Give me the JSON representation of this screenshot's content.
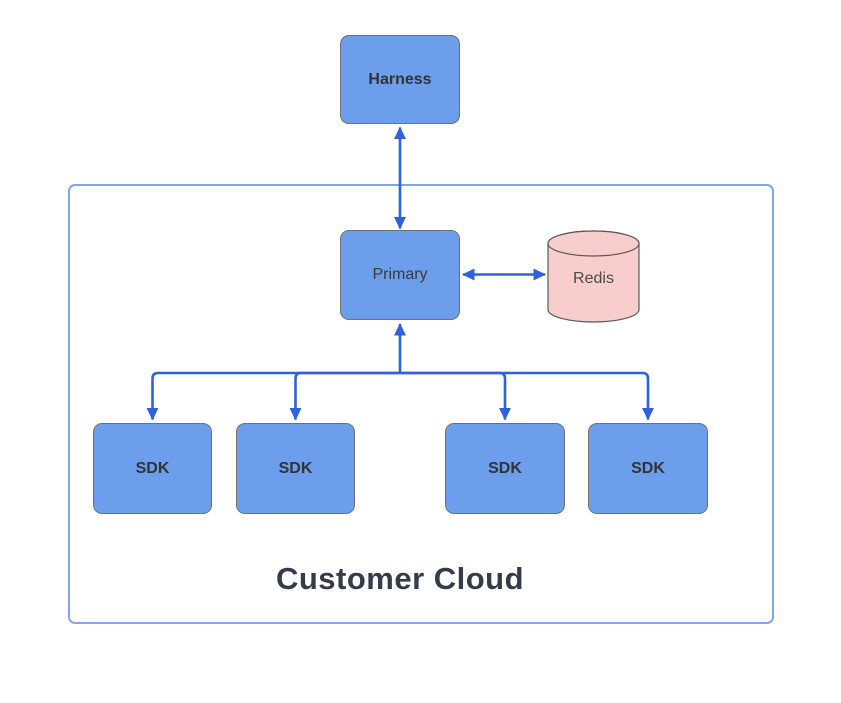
{
  "diagram": {
    "type": "architecture-flowchart",
    "container_label": "Customer Cloud",
    "nodes": {
      "harness": {
        "label": "Harness",
        "shape": "rounded-rectangle"
      },
      "primary": {
        "label": "Primary",
        "shape": "rounded-rectangle"
      },
      "redis": {
        "label": "Redis",
        "shape": "cylinder"
      },
      "sdk1": {
        "label": "SDK",
        "shape": "rounded-rectangle"
      },
      "sdk2": {
        "label": "SDK",
        "shape": "rounded-rectangle"
      },
      "sdk3": {
        "label": "SDK",
        "shape": "rounded-rectangle"
      },
      "sdk4": {
        "label": "SDK",
        "shape": "rounded-rectangle"
      }
    },
    "edges": [
      {
        "from": "harness",
        "to": "primary",
        "style": "bidirectional-arrow"
      },
      {
        "from": "primary",
        "to": "redis",
        "style": "bidirectional-arrow"
      },
      {
        "from": "primary",
        "to": "sdk1",
        "style": "arrow"
      },
      {
        "from": "primary",
        "to": "sdk2",
        "style": "arrow"
      },
      {
        "from": "primary",
        "to": "sdk3",
        "style": "arrow"
      },
      {
        "from": "primary",
        "to": "sdk4",
        "style": "arrow"
      }
    ],
    "colors": {
      "node_fill": "#6d9eeb",
      "node_border": "#707070",
      "cylinder_fill": "#f8cecc",
      "cylinder_border": "#595959",
      "arrow": "#3061dd",
      "container_border": "#7ea6f0",
      "box_label": "#333333",
      "title": "#343b4a"
    }
  }
}
